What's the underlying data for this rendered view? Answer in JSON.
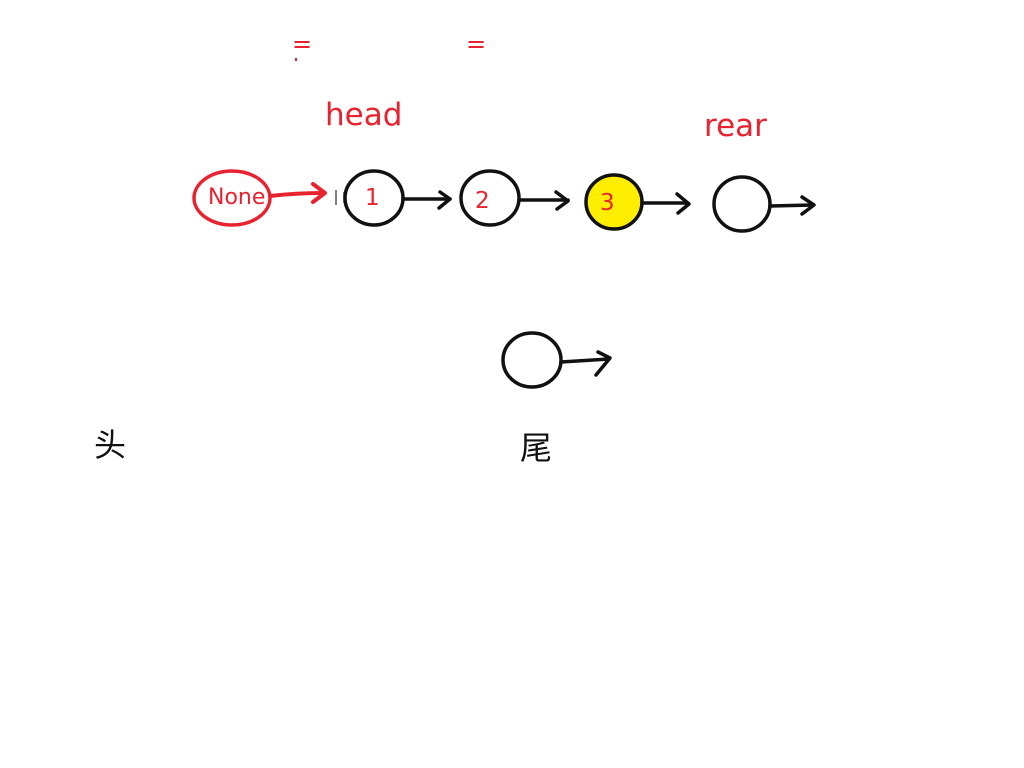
{
  "colors": {
    "annotation_red": "#e8232f",
    "outline_black": "#111111",
    "highlight_yellow": "#ffee00"
  },
  "annotations": {
    "equals_1": "=",
    "equals_2": "=",
    "head_label": "head",
    "rear_label": "rear",
    "none_label": "None"
  },
  "nodes": [
    {
      "value": "1",
      "highlighted": false
    },
    {
      "value": "2",
      "highlighted": false
    },
    {
      "value": "3",
      "highlighted": true
    },
    {
      "value": "",
      "highlighted": false
    }
  ],
  "spare_node": {
    "value": ""
  },
  "captions": {
    "head_cn": "头",
    "tail_cn": "尾"
  }
}
